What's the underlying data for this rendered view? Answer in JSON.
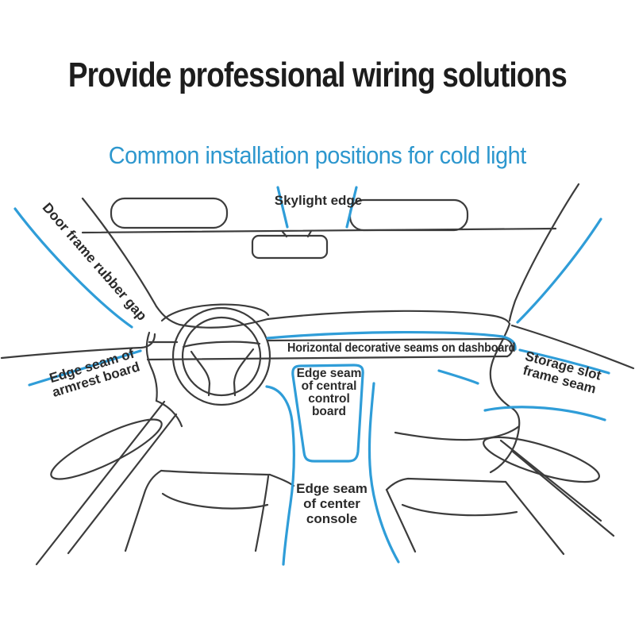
{
  "header": {
    "title": "Provide professional wiring solutions",
    "subtitle": "Common installation positions for cold light"
  },
  "colors": {
    "title_text": "#1d1d1d",
    "subtitle_text": "#2d97ce",
    "line_art": "#3c3c3c",
    "highlight_blue": "#2f9dd8",
    "label_text": "#2a2a2a",
    "background": "#ffffff"
  },
  "diagram": {
    "labels": {
      "skylight_edge": "Skylight edge",
      "door_frame_gap": "Door frame rubber gap",
      "dashboard_seams": "Horizontal decorative seams on dashboard",
      "armrest": [
        "Edge seam of",
        "armrest board"
      ],
      "central_control": [
        "Edge seam",
        "of central",
        "control",
        "board"
      ],
      "storage_slot": [
        "Storage slot",
        "frame seam"
      ],
      "center_console": [
        "Edge seam",
        "of center",
        "console"
      ]
    }
  }
}
